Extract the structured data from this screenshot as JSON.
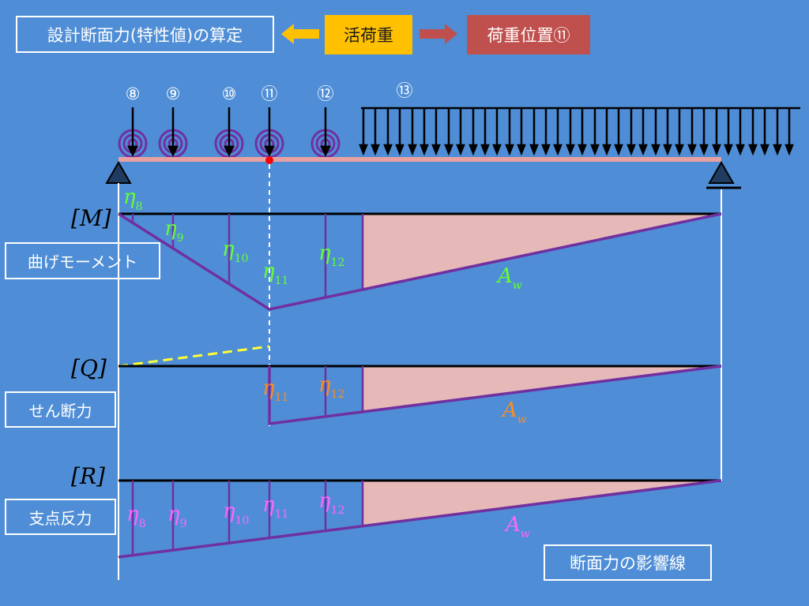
{
  "header": {
    "design_label": "設計断面力(特性値)の算定",
    "live_load_label": "活荷重",
    "load_position_label": "荷重位置⑪"
  },
  "loads": {
    "labels": [
      "⑧",
      "⑨",
      "⑩",
      "⑪",
      "⑫",
      "⑬"
    ]
  },
  "sections": {
    "moment": {
      "bracket": "M",
      "label": "曲げモーメント"
    },
    "shear": {
      "bracket": "Q",
      "label": "せん断力"
    },
    "reaction": {
      "bracket": "R",
      "label": "支点反力"
    }
  },
  "eta": {
    "symbol": "η",
    "moment": [
      "8",
      "9",
      "10",
      "11",
      "12"
    ],
    "shear": [
      "11",
      "12"
    ],
    "reaction": [
      "8",
      "9",
      "10",
      "11",
      "12"
    ]
  },
  "area": {
    "symbol": "A",
    "subscript": "w"
  },
  "footer": {
    "caption": "断面力の影響線"
  },
  "colors": {
    "background": "#4f8ed6",
    "beam": "#e8a0a0",
    "influence_line": "#7030a0",
    "fill": "#e6b8b7",
    "eta_moment": "#66ff33",
    "eta_shear": "#ff8c1a",
    "eta_reaction": "#ff66ff",
    "dashed": "#ffff33"
  }
}
